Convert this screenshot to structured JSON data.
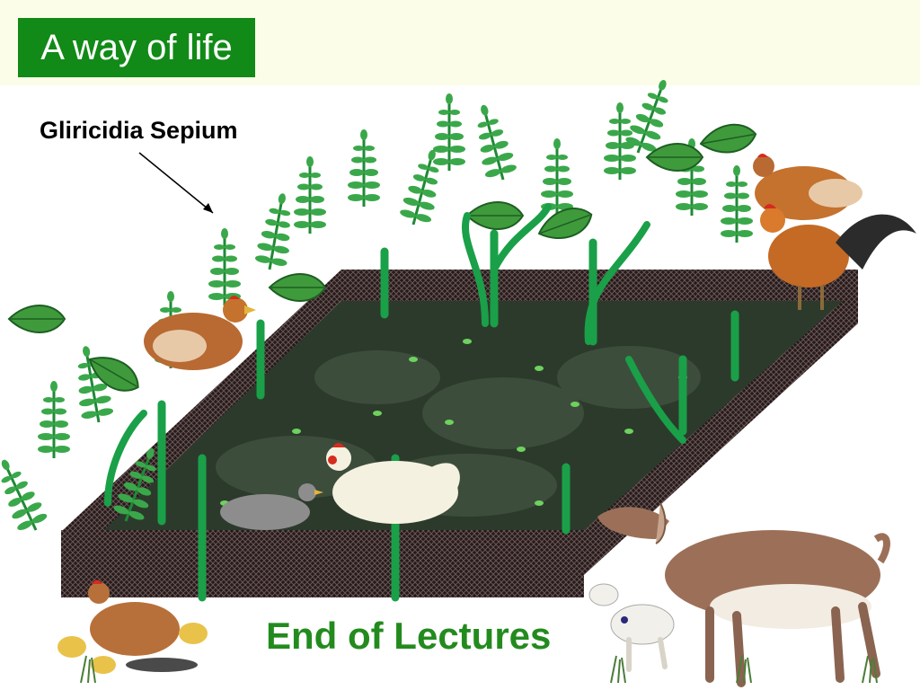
{
  "slide": {
    "title": "A way of life",
    "plant_label": "Gliricidia Sepium",
    "footer": "End of Lectures"
  },
  "colors": {
    "title_bg": "#118a17",
    "header_band": "#fbfde8",
    "footer_text": "#238b1e",
    "leaf": "#2f9e3a",
    "leaf_dark": "#1d6b2a",
    "stem": "#1aa048",
    "soil": "#2c3a2c",
    "fence": "#3b2d2d"
  },
  "illustration": {
    "subject": "fenced-garden-with-trees-chickens-goats"
  }
}
